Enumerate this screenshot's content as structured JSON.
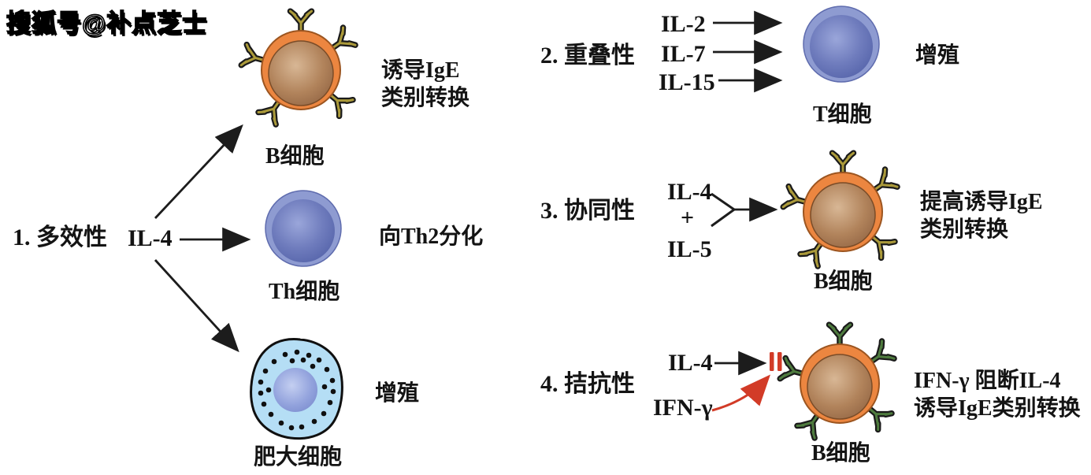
{
  "watermark": "搜狐号@补点芝士",
  "colors": {
    "text": "#141414",
    "arrow": "#1c1c1c",
    "red": "#d23b27",
    "background": "#ffffff",
    "bcell_ring": "#ec8640",
    "bcell_body": "#b1835b",
    "receptor_olive": "#ab9a3a",
    "receptor_green": "#4e7b3e",
    "tcell_body": "#707dbd",
    "mast_fill": "#b5def5",
    "mast_nucleus": "#93a3dd"
  },
  "sections": {
    "pleiotropy": {
      "label": "1. 多效性",
      "cytokine": "IL-4",
      "targets": [
        {
          "cell": "B细胞",
          "effect1": "诱导IgE",
          "effect2": "类别转换"
        },
        {
          "cell": "Th细胞",
          "effect1": "向Th2分化",
          "effect2": ""
        },
        {
          "cell": "肥大细胞",
          "effect1": "增殖",
          "effect2": ""
        }
      ]
    },
    "redundancy": {
      "label": "2. 重叠性",
      "cytokines": [
        "IL-2",
        "IL-7",
        "IL-15"
      ],
      "cell": "T细胞",
      "effect": "增殖"
    },
    "synergy": {
      "label": "3. 协同性",
      "cytokine_top": "IL-4",
      "plus": "+",
      "cytokine_bottom": "IL-5",
      "cell": "B细胞",
      "effect1": "提高诱导IgE",
      "effect2": "类别转换"
    },
    "antagonism": {
      "label": "4. 拮抗性",
      "cytokine_blocked": "IL-4",
      "cytokine_blocker": "IFN-γ",
      "cell": "B细胞",
      "effect1": "IFN-γ 阻断IL-4",
      "effect2": "诱导IgE类别转换"
    }
  }
}
